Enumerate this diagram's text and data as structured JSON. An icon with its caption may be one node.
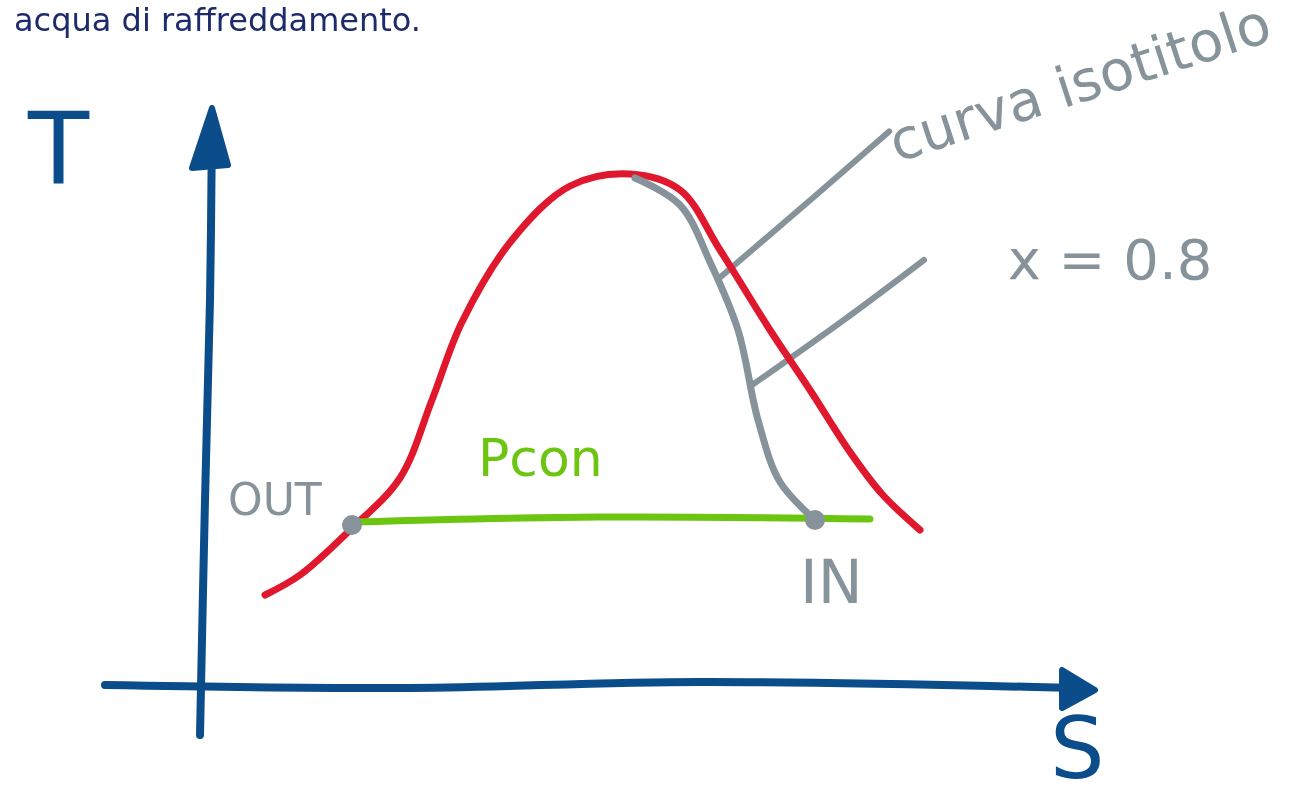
{
  "diagram": {
    "nodes": [
      {
        "text": [
          "curva isotitolo"
        ]
      },
      {
        "text": [
          "x = 0.8"
        ]
      },
      {
        "text": [],
        "shape": "curve"
      }
    ],
    "edges": [
      {
        "from": 0,
        "to": 2,
        "arrow": "none"
      },
      {
        "from": 1,
        "to": 2,
        "arrow": "none"
      }
    ],
    "labels": [
      "acqua di raffreddamento.",
      "T",
      "Pcon",
      "OUT",
      "IN",
      "S"
    ]
  }
}
